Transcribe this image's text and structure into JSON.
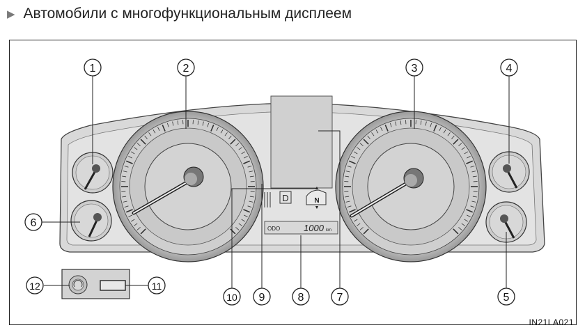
{
  "heading": {
    "marker": "▶",
    "text": "Автомобили с многофункциональным дисплеем"
  },
  "display": {
    "gear": "D",
    "shift": "N",
    "odo_label": "ODO",
    "odo_value": "1000",
    "odo_unit": "km"
  },
  "callouts": [
    "1",
    "2",
    "3",
    "4",
    "5",
    "6",
    "7",
    "8",
    "9",
    "10",
    "11",
    "12"
  ],
  "figure_code": "IN21LA021"
}
